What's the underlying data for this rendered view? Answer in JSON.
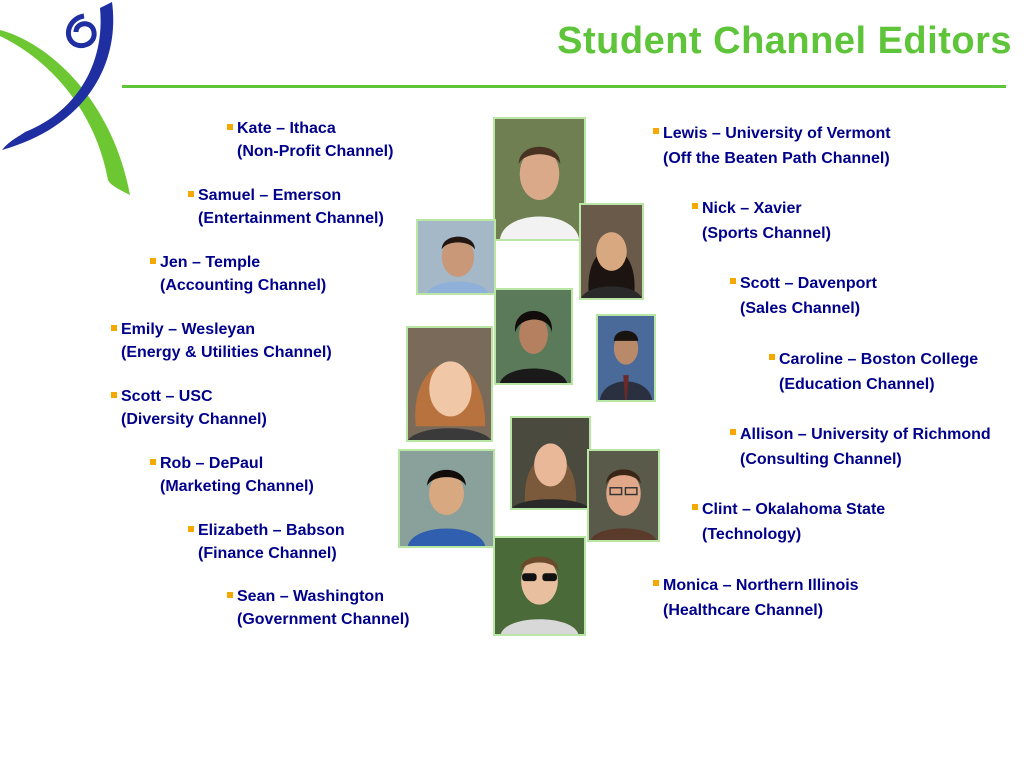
{
  "title": "Student Channel Editors",
  "colors": {
    "accent_green": "#5ec43a",
    "text_navy": "#00008b",
    "bullet_orange": "#f5a800",
    "logo_blue": "#1f2ea0"
  },
  "left_editors": [
    {
      "name": "Kate – Ithaca",
      "channel": "(Non-Profit Channel)"
    },
    {
      "name": "Samuel – Emerson",
      "channel": "(Entertainment Channel)"
    },
    {
      "name": "Jen – Temple",
      "channel": "(Accounting Channel)"
    },
    {
      "name": "Emily – Wesleyan",
      "channel": "(Energy & Utilities Channel)"
    },
    {
      "name": "Scott – USC",
      "channel": "(Diversity Channel)"
    },
    {
      "name": "Rob – DePaul",
      "channel": "(Marketing Channel)"
    },
    {
      "name": "Elizabeth – Babson",
      "channel": "(Finance Channel)"
    },
    {
      "name": "Sean – Washington",
      "channel": "(Government Channel)"
    }
  ],
  "right_editors": [
    {
      "name": "Lewis – University of Vermont",
      "channel": "(Off the Beaten Path Channel)"
    },
    {
      "name": "Nick – Xavier",
      "channel": "(Sports Channel)"
    },
    {
      "name": "Scott – Davenport",
      "channel": "(Sales Channel)"
    },
    {
      "name": "Caroline – Boston College",
      "channel": "(Education Channel)"
    },
    {
      "name": "Allison – University of Richmond",
      "channel": "(Consulting Channel)"
    },
    {
      "name": "Clint – Okalahoma State",
      "channel": "(Technology)"
    },
    {
      "name": "Monica – Northern Illinois",
      "channel": "(Healthcare Channel)"
    }
  ]
}
